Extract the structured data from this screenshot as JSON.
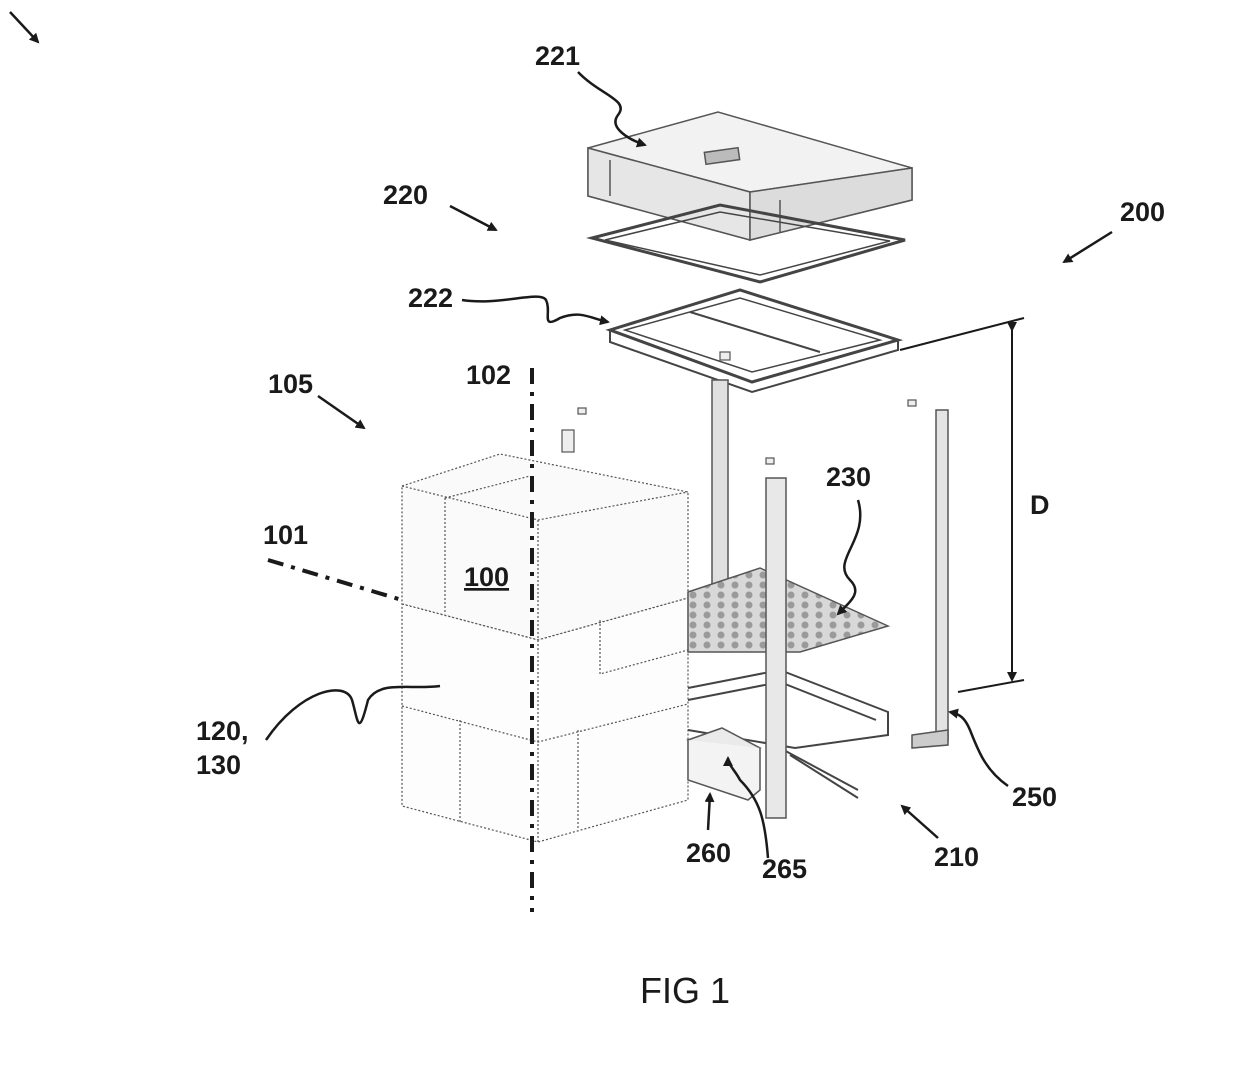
{
  "caption": "FIG 1",
  "labels": {
    "l221": "221",
    "l220": "220",
    "l200": "200",
    "l222": "222",
    "l105": "105",
    "l102": "102",
    "l101": "101",
    "l100": "100",
    "l230": "230",
    "lD": "D",
    "l120": "120,",
    "l130": "130",
    "l250": "250",
    "l260": "260",
    "l265": "265",
    "l210": "210"
  }
}
